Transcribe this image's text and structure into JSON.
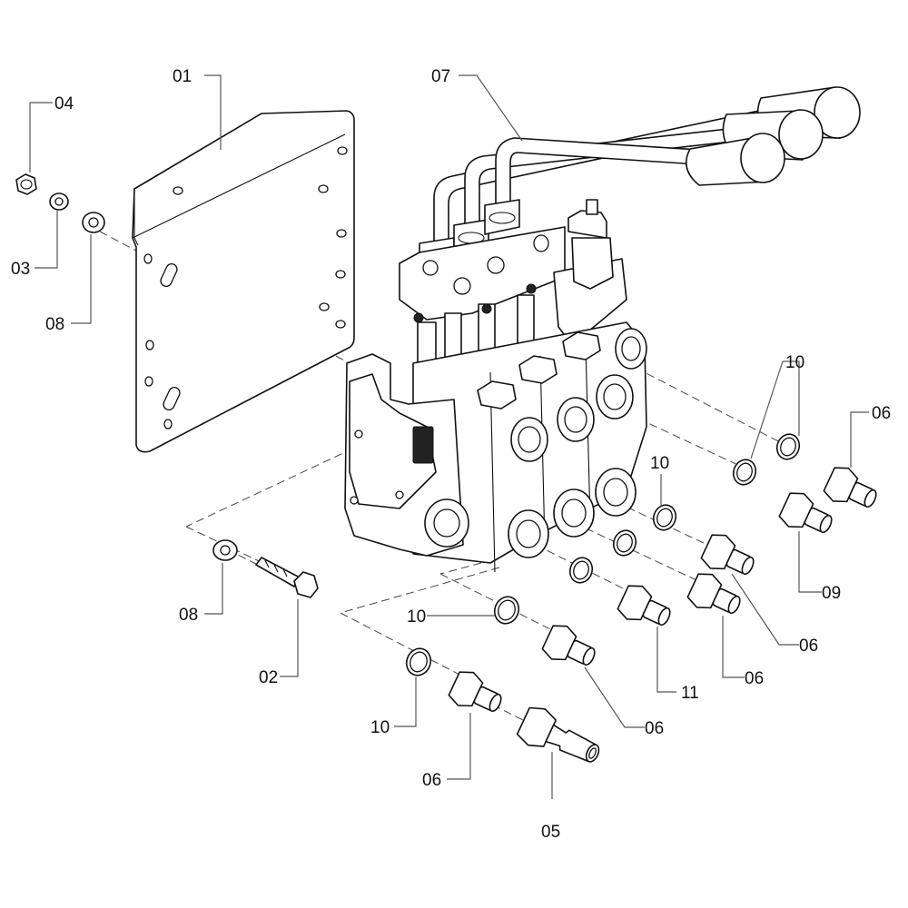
{
  "callouts": [
    {
      "id": "c01",
      "text": "01"
    },
    {
      "id": "c02",
      "text": "02"
    },
    {
      "id": "c03",
      "text": "03"
    },
    {
      "id": "c04",
      "text": "04"
    },
    {
      "id": "c05",
      "text": "05"
    },
    {
      "id": "c06a",
      "text": "06"
    },
    {
      "id": "c06b",
      "text": "06"
    },
    {
      "id": "c06c",
      "text": "06"
    },
    {
      "id": "c06d",
      "text": "06"
    },
    {
      "id": "c06e",
      "text": "06"
    },
    {
      "id": "c07",
      "text": "07"
    },
    {
      "id": "c08a",
      "text": "08"
    },
    {
      "id": "c08b",
      "text": "08"
    },
    {
      "id": "c09",
      "text": "09"
    },
    {
      "id": "c10a",
      "text": "10"
    },
    {
      "id": "c10b",
      "text": "10"
    },
    {
      "id": "c10c",
      "text": "10"
    },
    {
      "id": "c10d",
      "text": "10"
    },
    {
      "id": "c11",
      "text": "11"
    }
  ]
}
